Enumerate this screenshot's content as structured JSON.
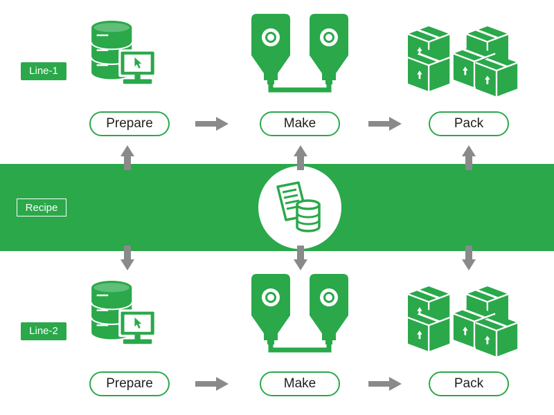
{
  "lines": [
    {
      "label": "Line-1",
      "steps": [
        {
          "label": "Prepare",
          "icon": "database-computer-icon"
        },
        {
          "label": "Make",
          "icon": "silos-icon"
        },
        {
          "label": "Pack",
          "icon": "boxes-icon"
        }
      ]
    },
    {
      "label": "Line-2",
      "steps": [
        {
          "label": "Prepare",
          "icon": "database-computer-icon"
        },
        {
          "label": "Make",
          "icon": "silos-icon"
        },
        {
          "label": "Pack",
          "icon": "boxes-icon"
        }
      ]
    }
  ],
  "recipe": {
    "label": "Recipe",
    "icon": "recipe-document-database-icon"
  },
  "colors": {
    "brand_green": "#2aa84a",
    "arrow_gray": "#8a8a8a",
    "text": "#1f1f1f",
    "background": "#ffffff"
  }
}
